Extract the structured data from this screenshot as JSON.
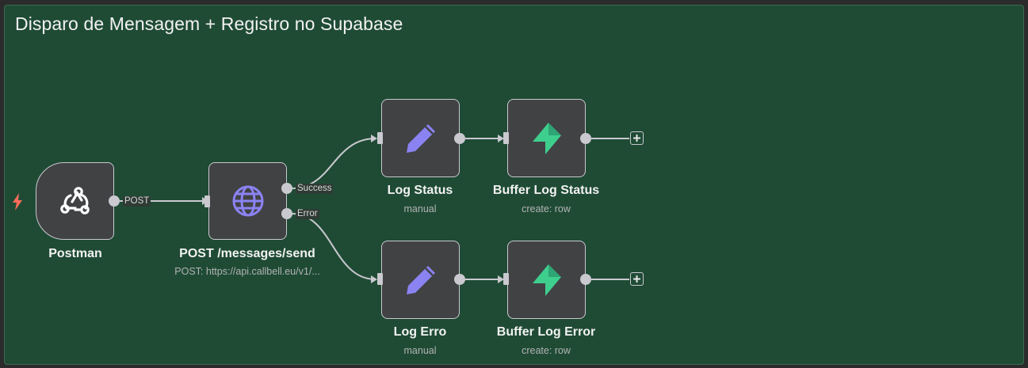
{
  "workflow": {
    "sticky_title": "Disparo de Mensagem + Registro no Supabase"
  },
  "colors": {
    "canvas_bg": "#2b2b2b",
    "sticky_bg": "#1f4b35",
    "node_bg": "#414244",
    "node_border": "#c9c9cf",
    "edit_icon": "#8b83f2",
    "globe_icon": "#8b83f2",
    "supabase_icon": "#3ecf8e",
    "trigger_bolt": "#ff6d5a"
  },
  "nodes": [
    {
      "id": "postman",
      "label": "Postman",
      "subtitle": "",
      "icon": "webhook-icon"
    },
    {
      "id": "http",
      "label": "POST /messages/send",
      "subtitle": "POST: https://api.callbell.eu/v1/...",
      "icon": "globe-icon"
    },
    {
      "id": "log-status",
      "label": "Log Status",
      "subtitle": "manual",
      "icon": "pencil-icon"
    },
    {
      "id": "buffer-log-status",
      "label": "Buffer Log Status",
      "subtitle": "create: row",
      "icon": "supabase-icon"
    },
    {
      "id": "log-erro",
      "label": "Log Erro",
      "subtitle": "manual",
      "icon": "pencil-icon"
    },
    {
      "id": "buffer-log-error",
      "label": "Buffer Log Error",
      "subtitle": "create: row",
      "icon": "supabase-icon"
    }
  ],
  "edges": {
    "postman_out": "POST",
    "http_success": "Success",
    "http_error": "Error"
  },
  "actions": {
    "add_node_symbol": "+"
  }
}
